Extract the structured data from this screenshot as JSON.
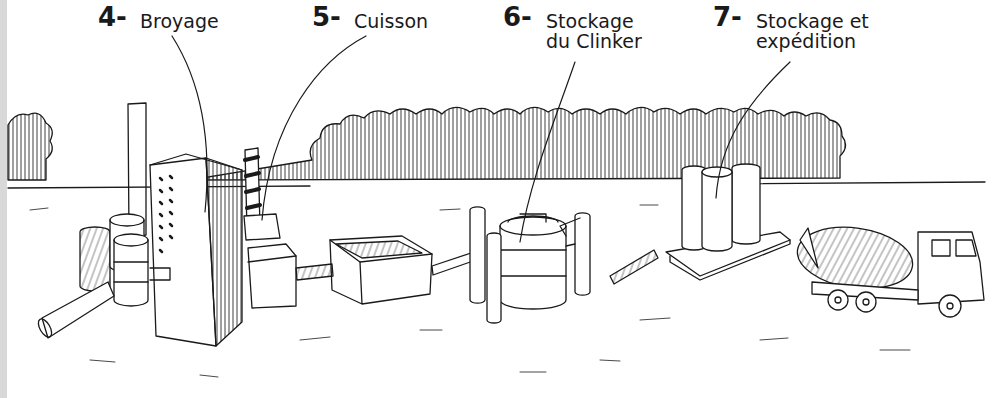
{
  "diagram": {
    "labels": [
      "4-",
      "Broyage",
      "5-",
      "Cuisson",
      "6-",
      "Stockage du Clinker",
      "7-",
      "Stockage et expédition"
    ]
  }
}
